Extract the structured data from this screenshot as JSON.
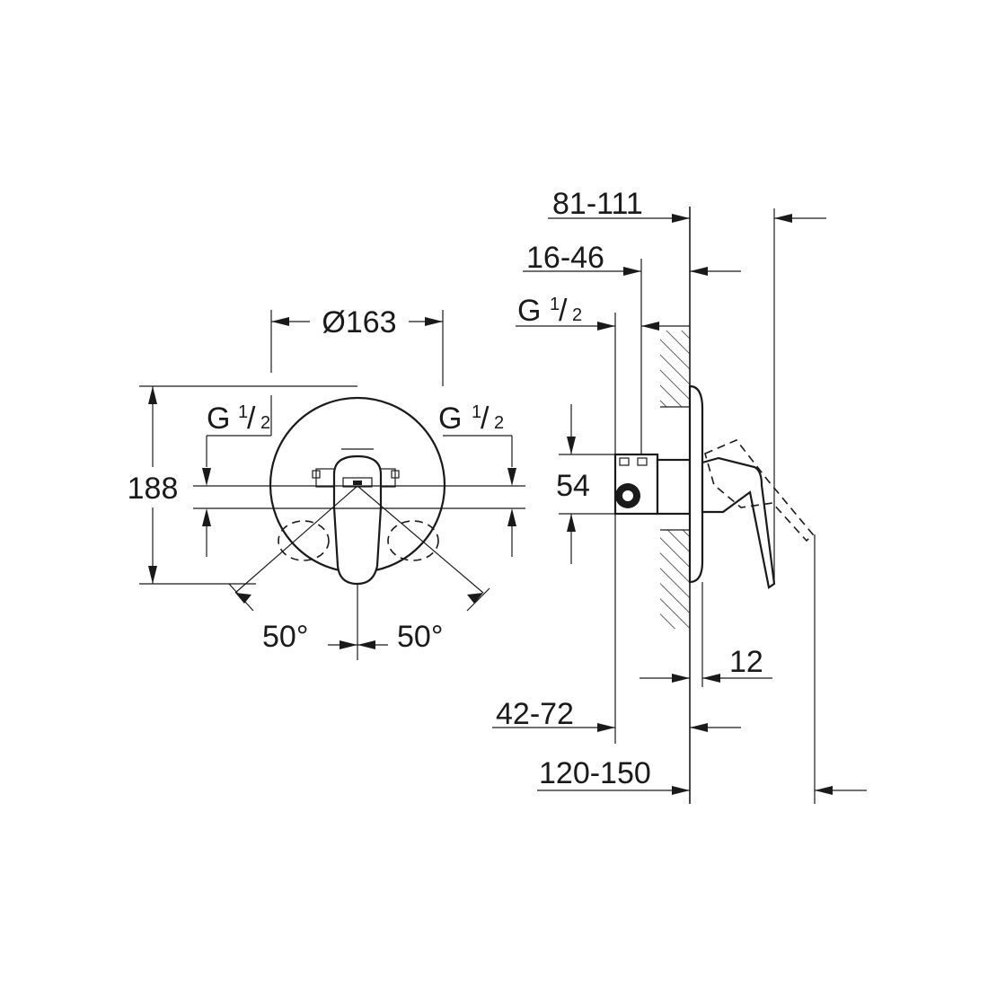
{
  "front_view": {
    "diameter_label": "Ø163",
    "height_label": "188",
    "thread_left_main": "G",
    "thread_left_num": "1",
    "thread_left_den": "2",
    "thread_right_main": "G",
    "thread_right_num": "1",
    "thread_right_den": "2",
    "angle_left_label": "50°",
    "angle_right_label": "50°"
  },
  "side_view": {
    "dim_81_111": "81-111",
    "dim_16_46": "16-46",
    "thread_main": "G",
    "thread_num": "1",
    "thread_den": "2",
    "dim_54": "54",
    "dim_12": "12",
    "dim_42_72": "42-72",
    "dim_120_150": "120-150"
  },
  "colors": {
    "line": "#1a1a1a",
    "background": "#ffffff"
  }
}
